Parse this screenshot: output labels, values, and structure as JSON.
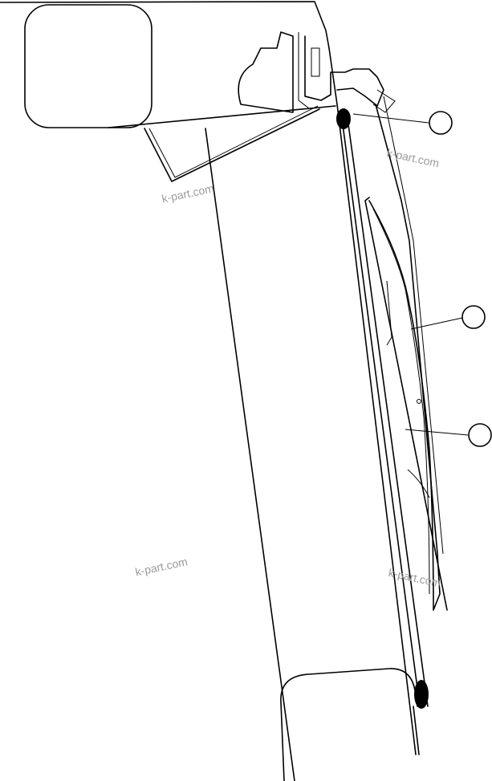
{
  "diagram": {
    "watermarks": [
      "k-part.com",
      "k-part.com",
      "k-part.com",
      "k-part.com"
    ],
    "callouts": [
      {
        "label": "",
        "target": "wiper-motor-link"
      },
      {
        "label": "",
        "target": "wiper-blade"
      },
      {
        "label": "",
        "target": "wiper-arm"
      }
    ],
    "colors": {
      "line": "#000000",
      "background": "#ffffff",
      "watermark": "#9a9a9a"
    }
  }
}
